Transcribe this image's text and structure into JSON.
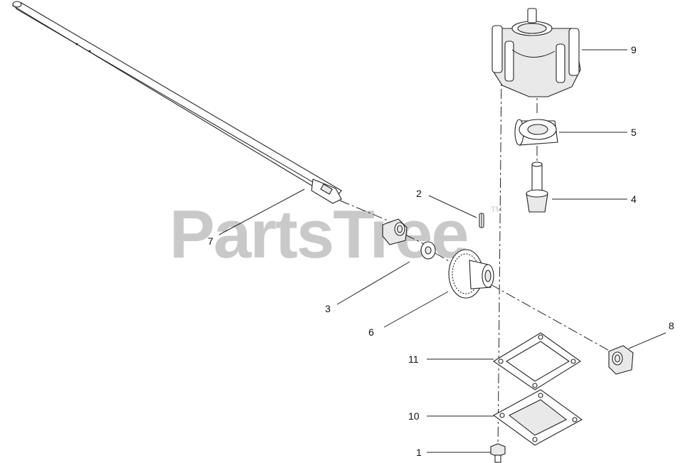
{
  "watermark": {
    "text": "PartsTree",
    "trademark": "TM"
  },
  "callouts": [
    "1",
    "2",
    "3",
    "4",
    "5",
    "6",
    "7",
    "8",
    "9",
    "10",
    "11"
  ]
}
